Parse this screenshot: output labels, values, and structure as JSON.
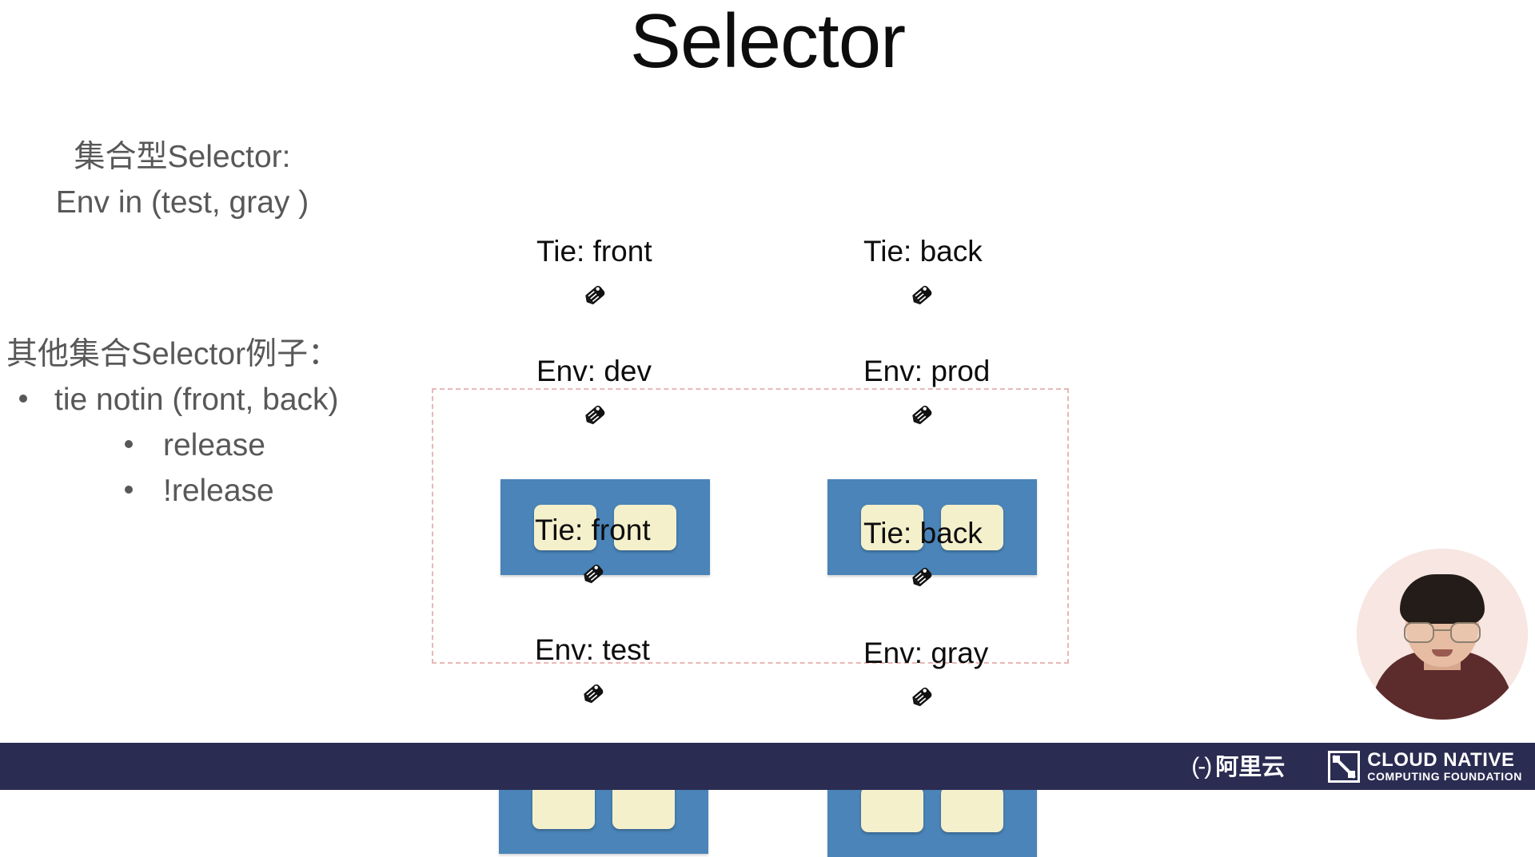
{
  "slide": {
    "title": "Selector",
    "left_panel": {
      "set_selector_lines": [
        "集合型Selector:",
        "Env in (test, gray )"
      ],
      "other_examples_heading": "其他集合Selector例子：",
      "bullets": [
        {
          "level": 1,
          "text": "tie notin (front, back)"
        },
        {
          "level": 2,
          "text": "release"
        },
        {
          "level": 2,
          "text": "!release"
        }
      ]
    },
    "pod_groups": [
      {
        "id": "pod-front-dev",
        "labels": [
          {
            "icon": "tag-icon",
            "text": "Tie: front"
          },
          {
            "icon": "tag-icon",
            "text": "Env: dev"
          }
        ],
        "pod_count": 2
      },
      {
        "id": "pod-back-prod",
        "labels": [
          {
            "icon": "tag-icon",
            "text": "Tie: back"
          },
          {
            "icon": "tag-icon",
            "text": "Env: prod"
          }
        ],
        "pod_count": 2
      },
      {
        "id": "pod-front-test",
        "labels": [
          {
            "icon": "tag-icon",
            "text": "Tie: front"
          },
          {
            "icon": "tag-icon",
            "text": "Env: test"
          }
        ],
        "pod_count": 2
      },
      {
        "id": "pod-back-gray",
        "labels": [
          {
            "icon": "tag-icon",
            "text": "Tie: back"
          },
          {
            "icon": "tag-icon",
            "text": "Env: gray"
          }
        ],
        "pod_count": 2
      }
    ],
    "colors": {
      "pod_box": "#4a84b8",
      "pod_inner": "#f5f0cc",
      "dashed_selection": "#e8b7b7",
      "title_text": "#0d0d0d",
      "body_text": "#585858",
      "footer_bar": "#2b2c52"
    }
  },
  "footer": {
    "alibaba": {
      "mark": "(-)",
      "name": "阿里云"
    },
    "cncf": {
      "line1": "CLOUD NATIVE",
      "line2": "COMPUTING FOUNDATION"
    }
  }
}
